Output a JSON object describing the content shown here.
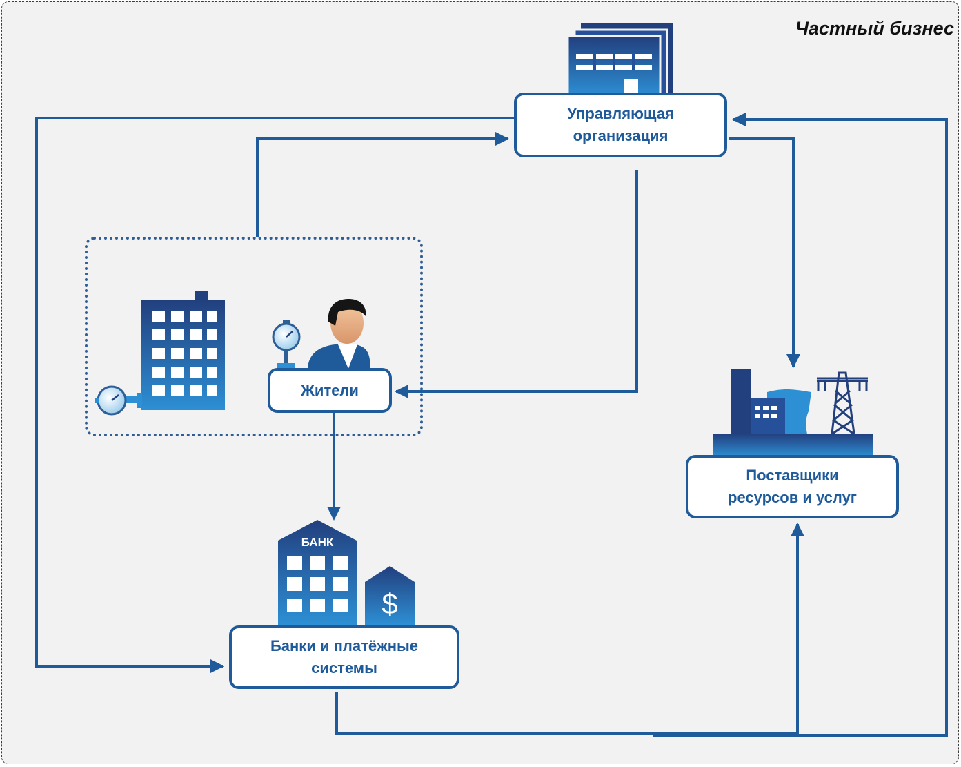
{
  "panel": {
    "title": "Частный бизнес"
  },
  "nodes": {
    "management": {
      "label": "Управляющая\nорганизация"
    },
    "residents": {
      "label": "Жители"
    },
    "banks": {
      "label": "Банки и платёжные\nсистемы"
    },
    "suppliers": {
      "label": "Поставщики\nресурсов и услуг"
    }
  },
  "icons": {
    "bank_sign": "БАНК",
    "currency": "$"
  },
  "colors": {
    "accent": "#1f5b9a",
    "icon_dark": "#223f7e",
    "icon_light": "#2d8fd4",
    "background": "#f2f2f2"
  }
}
